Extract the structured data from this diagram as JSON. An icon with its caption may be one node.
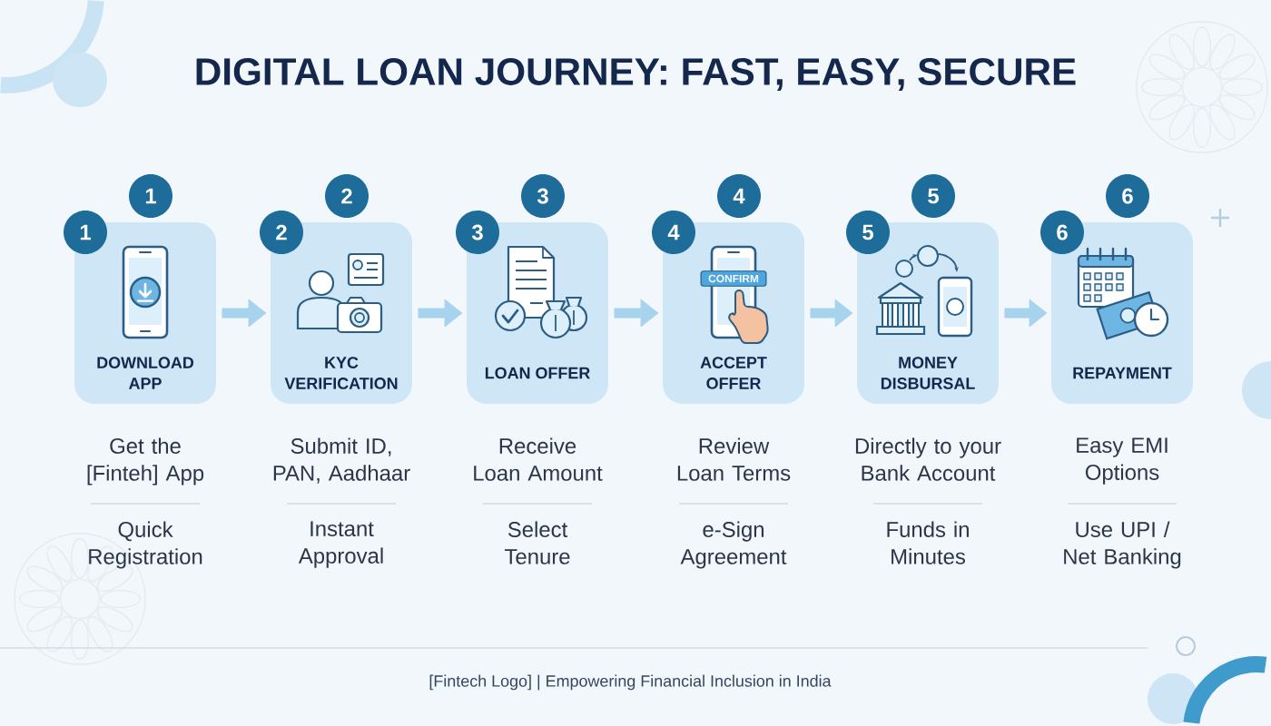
{
  "diagram": {
    "title": "DIGITAL LOAN JOURNEY: FAST, EASY, SECURE",
    "caption": "[Fintech Logo] | Empowering Financial Inclusion in India",
    "nodes": [
      {
        "text": [
          "1"
        ]
      },
      {
        "text": [
          "1"
        ]
      },
      {
        "text": [
          "DOWNLOAD APP"
        ],
        "beside": [
          "Get the [Finteh] App",
          "Quick Registration"
        ]
      },
      {
        "text": [
          "2"
        ]
      },
      {
        "text": [
          "2"
        ]
      },
      {
        "text": [
          "KYC VERIFICATION"
        ],
        "beside": [
          "Submit ID, PAN, Aadhaar",
          "Instant Approval"
        ]
      },
      {
        "text": [
          "3"
        ]
      },
      {
        "text": [
          "3"
        ]
      },
      {
        "text": [
          "LOAN OFFER"
        ],
        "beside": [
          "Receive Loan Amount",
          "Select Tenure"
        ]
      },
      {
        "text": [
          "4"
        ]
      },
      {
        "text": [
          "4"
        ]
      },
      {
        "text": [
          "ACCEPT OFFER"
        ],
        "beside": [
          "Review Loan Terms",
          "e-Sign Agreement"
        ]
      },
      {
        "text": [
          "5"
        ]
      },
      {
        "text": [
          "5"
        ]
      },
      {
        "text": [
          "MONEY DISBURSAL"
        ],
        "beside": [
          "Directly to your Bank Account",
          "Funds in Minutes"
        ]
      },
      {
        "text": [
          "6"
        ]
      },
      {
        "text": [
          "6"
        ]
      },
      {
        "text": [
          "REPAYMENT"
        ],
        "beside": [
          "Easy EMI Options",
          "Use UPI / Net Banking"
        ]
      }
    ],
    "edges": [
      {
        "from": 2,
        "to": 5,
        "arrow": "to"
      },
      {
        "from": 5,
        "to": 8,
        "arrow": "to"
      },
      {
        "from": 8,
        "to": 11,
        "arrow": "to"
      },
      {
        "from": 11,
        "to": 14,
        "arrow": "to"
      },
      {
        "from": 14,
        "to": 17,
        "arrow": "to"
      }
    ],
    "labels": [
      "CONFIRM"
    ]
  }
}
